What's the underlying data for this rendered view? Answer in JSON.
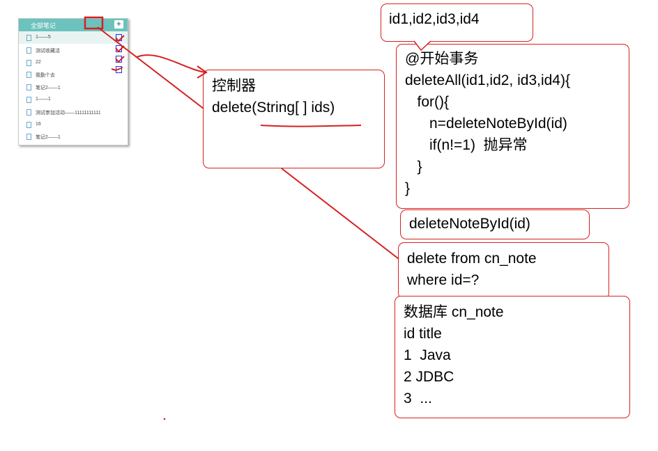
{
  "notes_panel": {
    "title": "全部笔记",
    "add_label": "+",
    "notes": [
      "1——5",
      "测试收藏活",
      "22",
      "我勤个去",
      "笔记2——1",
      "1——1",
      "测试参加活动——11111111111",
      "16",
      "笔记2——1"
    ]
  },
  "ids_box": {
    "text": "id1,id2,id3,id4"
  },
  "transaction_box": {
    "lines": [
      "@开始事务",
      "deleteAll(id1,id2, id3,id4){",
      "   for(){",
      "      n=deleteNoteById(id)",
      "      if(n!=1)  抛异常",
      "   }",
      "}"
    ]
  },
  "controller_box": {
    "title": "控制器",
    "method": "delete(String[ ] ids)"
  },
  "dao_box": {
    "text": "deleteNoteById(id)"
  },
  "sql_box": {
    "lines": [
      "delete from cn_note",
      "where id=?"
    ]
  },
  "db_box": {
    "lines": [
      "数据库 cn_note",
      "id title",
      "1  Java",
      "2 JDBC",
      "3  ..."
    ]
  },
  "colors": {
    "annotation": "#d62020",
    "panel_header": "#6cc2bd",
    "delete_marker": "#1a2fe0"
  }
}
